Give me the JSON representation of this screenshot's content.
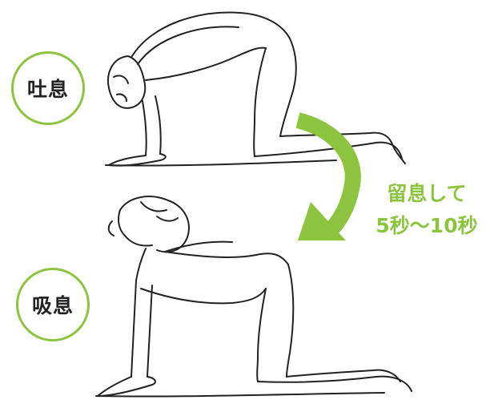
{
  "labels": {
    "exhale": "吐息",
    "inhale": "吸息"
  },
  "note": {
    "line1": "留息して",
    "line2": "5秒～10秒"
  },
  "colors": {
    "accent": "#8cc43f",
    "ink": "#222222",
    "background": "#ffffff"
  },
  "illustrations": {
    "top": "cat-pose-figure",
    "bottom": "cow-pose-figure",
    "arrow": "curved-arrow-icon"
  }
}
